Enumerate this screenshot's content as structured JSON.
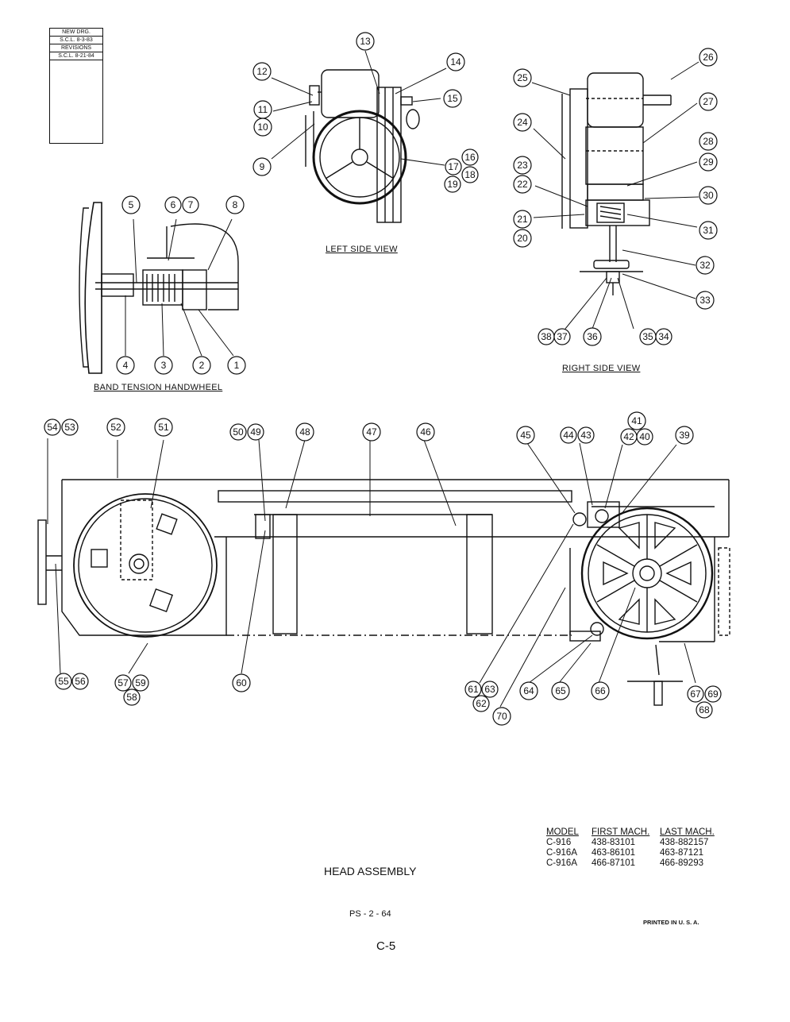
{
  "revision_block": {
    "new_drg_label": "NEW DRG.",
    "new_drg_value": "S.C.L.  8-3-83",
    "revisions_label": "REVISIONS",
    "revision_1": "S.C.L. 8-21-84"
  },
  "views": {
    "left_side": "LEFT SIDE VIEW",
    "right_side": "RIGHT SIDE VIEW",
    "band_tension": "BAND TENSION HANDWHEEL"
  },
  "callouts": {
    "left_side": [
      "13",
      "12",
      "14",
      "11",
      "10",
      "15",
      "9",
      "16",
      "17",
      "18",
      "19"
    ],
    "right_side": [
      "25",
      "26",
      "27",
      "24",
      "28",
      "23",
      "29",
      "22",
      "30",
      "21",
      "20",
      "31",
      "32",
      "33",
      "38",
      "37",
      "36",
      "35",
      "34"
    ],
    "handwheel": [
      "5",
      "6",
      "7",
      "8",
      "4",
      "3",
      "2",
      "1"
    ],
    "head": [
      "54",
      "53",
      "52",
      "51",
      "50",
      "49",
      "48",
      "47",
      "46",
      "45",
      "44",
      "43",
      "41",
      "42",
      "40",
      "39",
      "55",
      "56",
      "57",
      "59",
      "58",
      "60",
      "61",
      "63",
      "62",
      "70",
      "64",
      "65",
      "66",
      "67",
      "69",
      "68"
    ]
  },
  "title": "HEAD ASSEMBLY",
  "model_table": {
    "headers": [
      "MODEL",
      "FIRST MACH.",
      "LAST MACH."
    ],
    "rows": [
      [
        "C-916",
        "438-83101",
        "438-882157"
      ],
      [
        "C-916A",
        "463-86101",
        "463-87121"
      ],
      [
        "C-916A",
        "466-87101",
        "466-89293"
      ]
    ]
  },
  "page_code": "PS - 2 - 64",
  "printed": "PRINTED  IN  U. S. A.",
  "page_number": "C-5"
}
